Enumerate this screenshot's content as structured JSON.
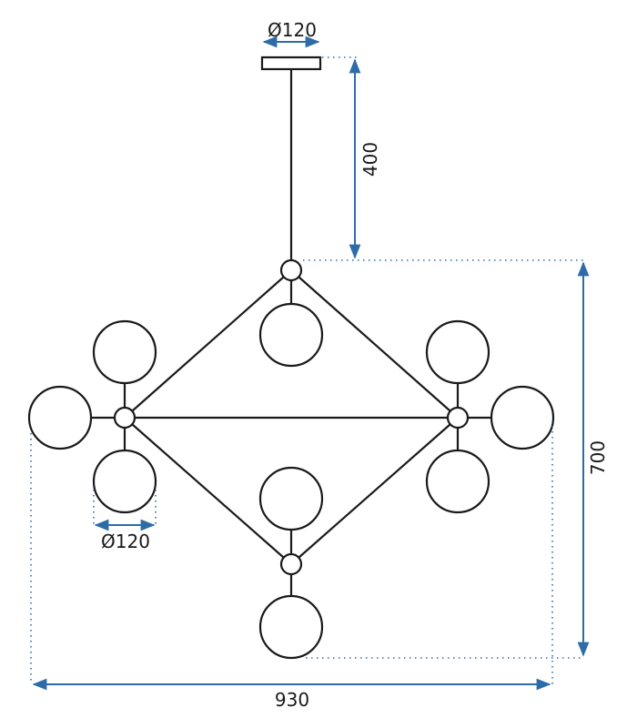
{
  "dimensions": {
    "canopy_diameter": "Ø120",
    "globe_diameter": "Ø120",
    "drop_length": "400",
    "fixture_height": "700",
    "fixture_width": "930"
  },
  "colors": {
    "line": "#1a1a1a",
    "dimension": "#2e6ca8",
    "background": "#ffffff"
  }
}
